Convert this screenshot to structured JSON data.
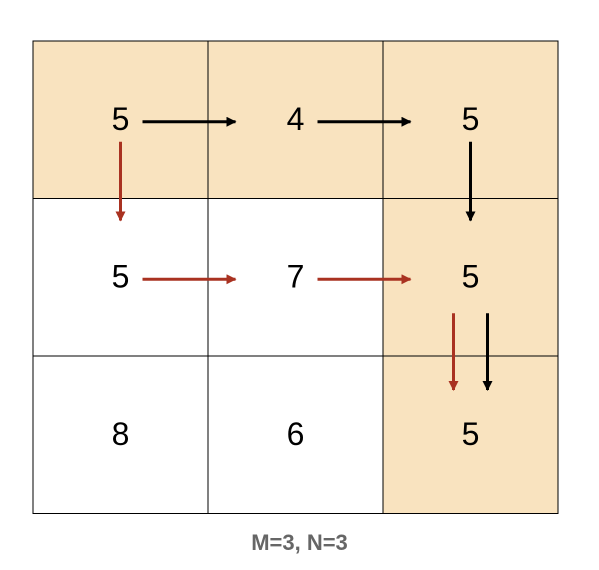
{
  "grid": {
    "rows": 3,
    "cols": 3,
    "values": [
      [
        "5",
        "4",
        "5"
      ],
      [
        "5",
        "7",
        "5"
      ],
      [
        "8",
        "6",
        "5"
      ]
    ],
    "highlighted": [
      [
        0,
        0
      ],
      [
        0,
        1
      ],
      [
        0,
        2
      ],
      [
        1,
        2
      ],
      [
        2,
        2
      ]
    ]
  },
  "arrows": {
    "black": [
      {
        "from": [
          0,
          0
        ],
        "to": [
          0,
          1
        ]
      },
      {
        "from": [
          0,
          1
        ],
        "to": [
          0,
          2
        ]
      },
      {
        "from": [
          0,
          2
        ],
        "to": [
          1,
          2
        ]
      },
      {
        "from": [
          1,
          2
        ],
        "to": [
          2,
          2
        ]
      }
    ],
    "red": [
      {
        "from": [
          0,
          0
        ],
        "to": [
          1,
          0
        ]
      },
      {
        "from": [
          1,
          0
        ],
        "to": [
          1,
          1
        ]
      },
      {
        "from": [
          1,
          1
        ],
        "to": [
          1,
          2
        ]
      },
      {
        "from": [
          1,
          2
        ],
        "to": [
          2,
          2
        ]
      }
    ]
  },
  "colors": {
    "highlight": "#f9e3bf",
    "plain": "#ffffff",
    "border": "#000000",
    "black_arrow": "#000000",
    "red_arrow": "#a93221",
    "caption": "#666666"
  },
  "caption": "M=3, N=3"
}
